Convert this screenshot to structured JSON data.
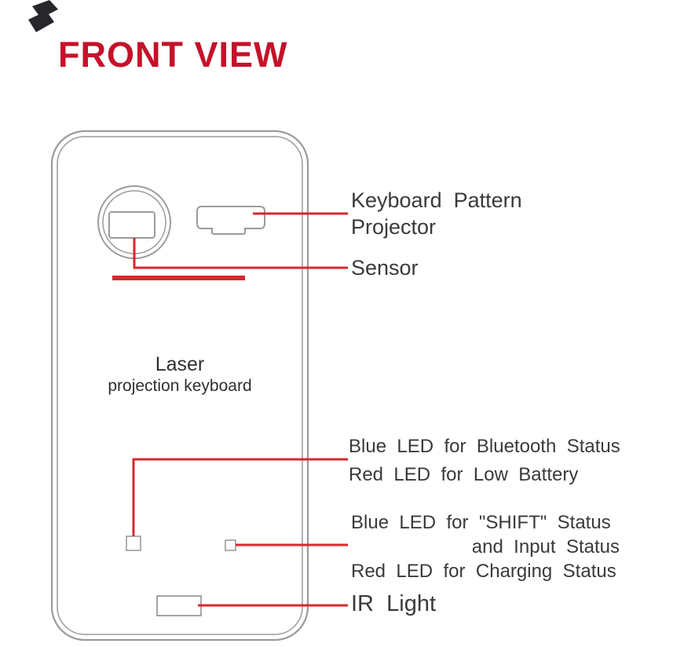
{
  "title": "FRONT VIEW",
  "device": {
    "name_line1": "Laser",
    "name_line2": "projection keyboard"
  },
  "callouts": {
    "projector_line1": "Keyboard Pattern",
    "projector_line2": "Projector",
    "sensor": "Sensor",
    "led_top_line1": "Blue LED for Bluetooth Status",
    "led_top_line2": "Red LED for Low Battery",
    "led_shift_line1": "Blue LED for \"SHIFT\" Status",
    "led_shift_line2": "and Input Status",
    "led_shift_line3": "Red LED for Charging Status",
    "ir_light": "IR Light"
  },
  "colors": {
    "title_red": "#c4122a",
    "line_red": "#d7282d",
    "label_dark": "#3a3a3a",
    "outline_gray": "#9b9b9b"
  }
}
